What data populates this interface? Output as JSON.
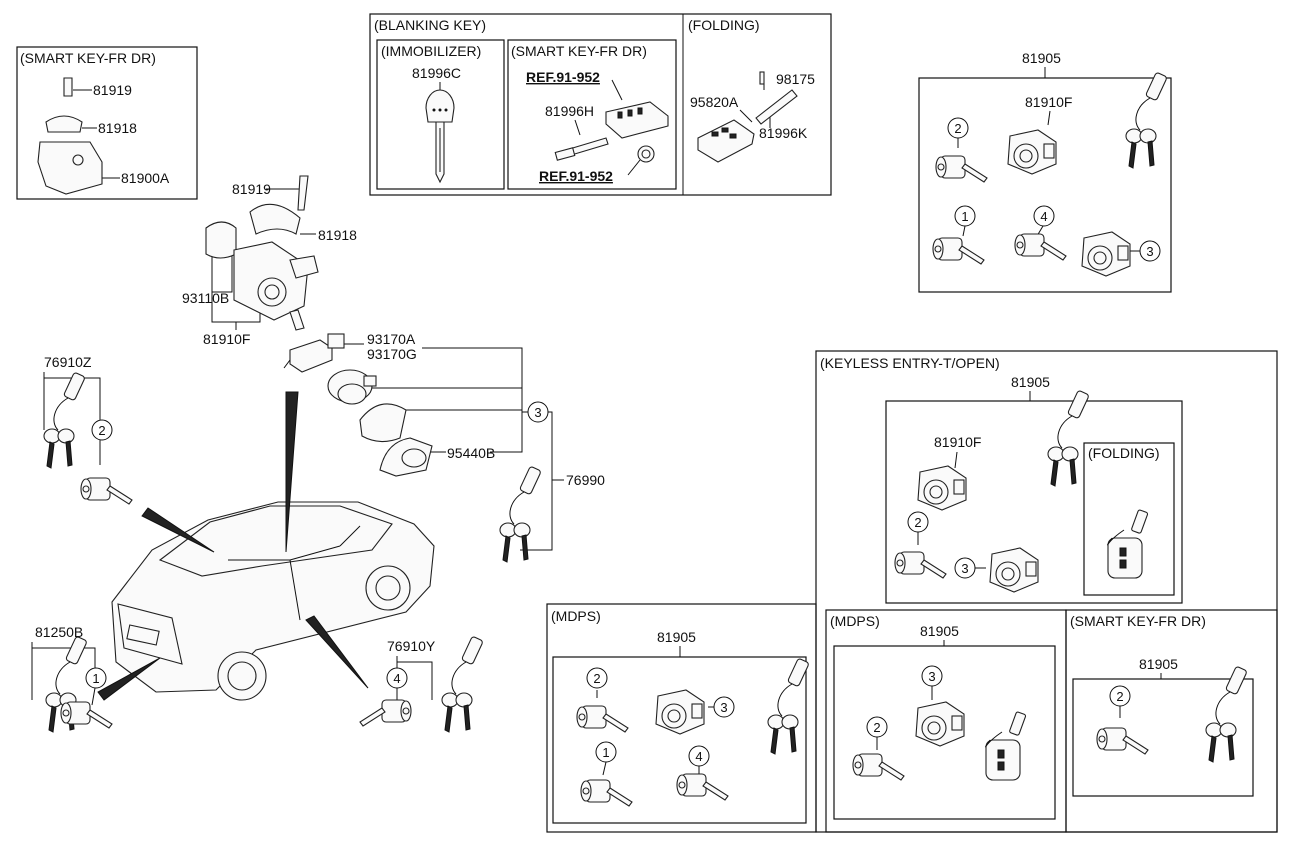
{
  "sections": {
    "smart_key_fr_dr_top": "(SMART KEY-FR DR)",
    "blanking_key": "(BLANKING KEY)",
    "immobilizer": "(IMMOBILIZER)",
    "smart_key_fr_dr_blank": "(SMART KEY-FR DR)",
    "folding_top": "(FOLDING)",
    "keyless_entry": "(KEYLESS ENTRY-T/OPEN)",
    "folding_keyless": "(FOLDING)",
    "mdps_left": "(MDPS)",
    "mdps_right": "(MDPS)",
    "smart_key_fr_dr_bottom": "(SMART KEY-FR DR)"
  },
  "parts": {
    "p81919_a": "81919",
    "p81918_a": "81918",
    "p81900A": "81900A",
    "p81996C": "81996C",
    "ref_91_952_a": "REF.91-952",
    "p81996H": "81996H",
    "ref_91_952_b": "REF.91-952",
    "p98175": "98175",
    "p95820A": "95820A",
    "p81996K": "81996K",
    "p81905_a": "81905",
    "p81910F_a": "81910F",
    "p81919_b": "81919",
    "p81918_b": "81918",
    "p93110B": "93110B",
    "p81910F_b": "81910F",
    "p93170A": "93170A",
    "p93170G": "93170G",
    "p76910Z": "76910Z",
    "p95440B": "95440B",
    "p76990": "76990",
    "p81250B": "81250B",
    "p76910Y": "76910Y",
    "p81905_b": "81905",
    "p81910F_c": "81910F",
    "p81905_c": "81905",
    "p81905_d": "81905",
    "p81905_e": "81905"
  },
  "callouts": {
    "c1": "1",
    "c2": "2",
    "c3": "3",
    "c4": "4"
  },
  "icons": [
    "key-fob-icon",
    "lock-cylinder-icon",
    "ignition-switch-icon",
    "car-icon",
    "folding-key-icon",
    "smart-key-icon"
  ]
}
